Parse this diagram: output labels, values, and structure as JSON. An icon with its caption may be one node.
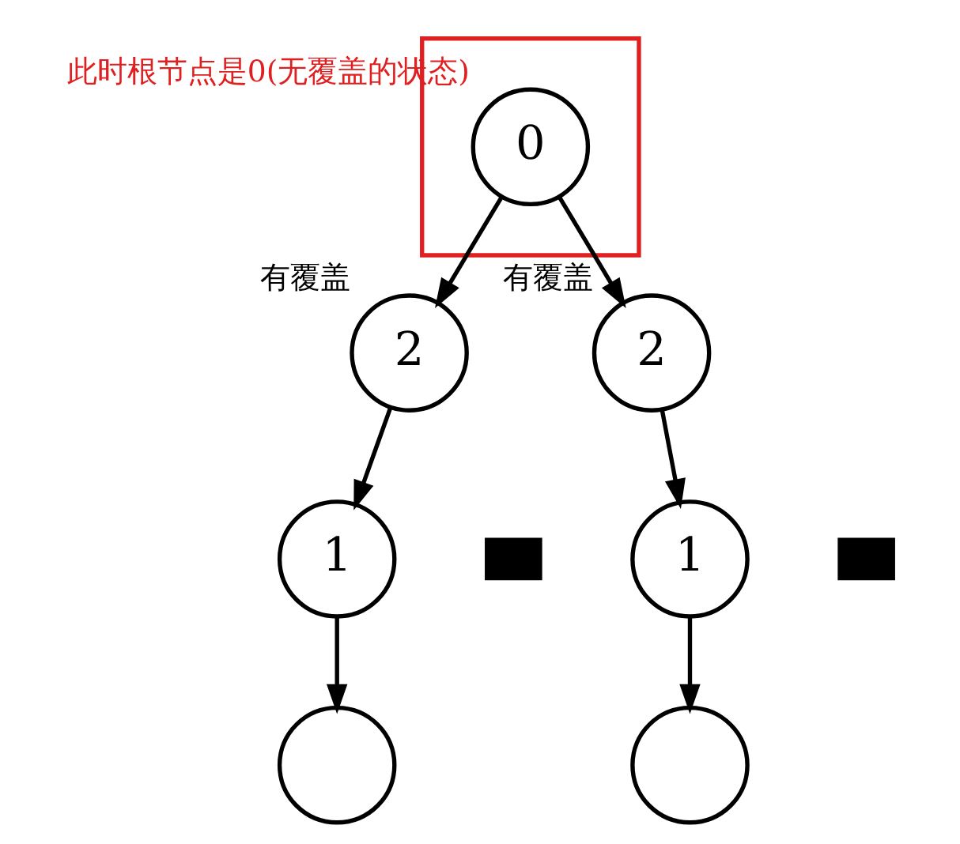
{
  "diagram": {
    "nodes": [
      {
        "text": [],
        "shape": "box",
        "beside": [
          "此时根节点是0(无覆盖的状态)"
        ]
      },
      {
        "text": [
          "0"
        ],
        "in": 0
      },
      {
        "text": [
          "2"
        ],
        "beside": [
          "有覆盖"
        ]
      },
      {
        "text": [
          "2"
        ],
        "beside": [
          "有覆盖"
        ]
      },
      {
        "text": [
          "1"
        ]
      },
      {
        "text": [],
        "shape": "camera"
      },
      {
        "text": [
          "1"
        ]
      },
      {
        "text": [],
        "shape": "camera"
      },
      {
        "text": [],
        "shape": "circle"
      },
      {
        "text": [],
        "shape": "circle"
      }
    ],
    "edges": [
      {
        "from": 1,
        "to": 2,
        "arrow": "to"
      },
      {
        "from": 1,
        "to": 3,
        "arrow": "to"
      },
      {
        "from": 2,
        "to": 4,
        "arrow": "to"
      },
      {
        "from": 3,
        "to": 6,
        "arrow": "to"
      },
      {
        "from": 4,
        "to": 8,
        "arrow": "to"
      },
      {
        "from": 6,
        "to": 9,
        "arrow": "to"
      }
    ]
  }
}
